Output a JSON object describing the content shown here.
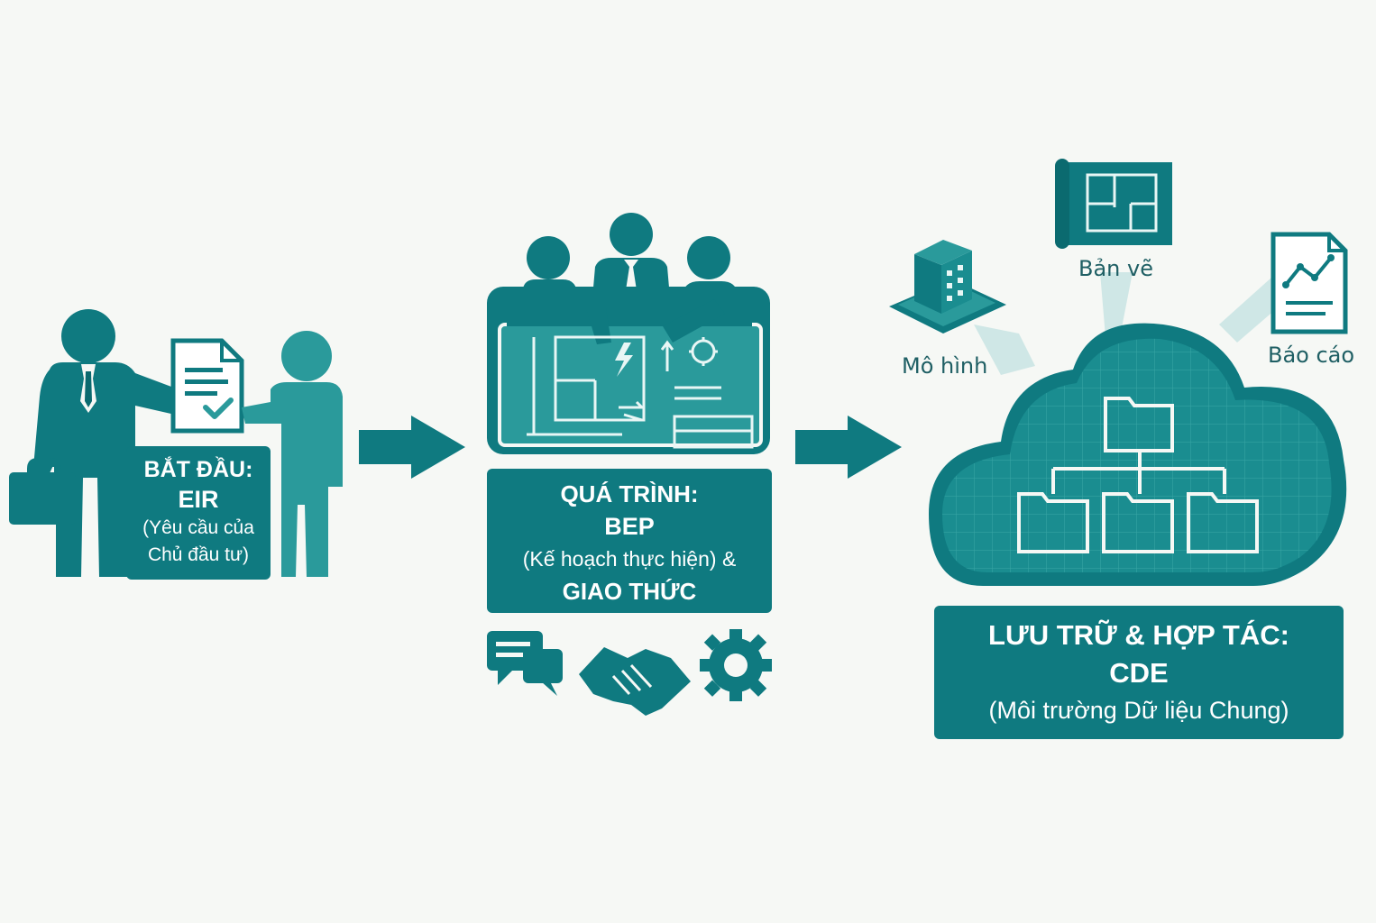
{
  "colors": {
    "primary": "#0f7a80",
    "dark": "#0b6a6f",
    "light": "#2a9a9b",
    "background": "#f6f8f5"
  },
  "stage1": {
    "title": "BẮT ĐẦU:",
    "acronym": "EIR",
    "desc_line1": "(Yêu cầu của",
    "desc_line2": "Chủ đầu tư)",
    "icons": [
      "investor-person-icon",
      "document-check-icon",
      "person-icon",
      "briefcase-icon"
    ]
  },
  "stage2": {
    "title": "QUÁ TRÌNH:",
    "acronym": "BEP",
    "desc": "(Kế hoạch thực hiện) &",
    "title2": "GIAO THỨC",
    "icons": [
      "team-icon",
      "blueprint-board-icon",
      "chat-icon",
      "handshake-icon",
      "gear-icon"
    ]
  },
  "stage3": {
    "title": "LƯU TRỮ & HỢP TÁC:",
    "acronym": "CDE",
    "desc": "(Môi trường Dữ liệu Chung)",
    "inputs": {
      "model": "Mô hình",
      "drawing": "Bản vẽ",
      "report": "Báo cáo"
    },
    "icons": [
      "cloud-icon",
      "folder-tree-icon",
      "building-icon",
      "floor-plan-icon",
      "report-chart-icon"
    ]
  },
  "arrows": [
    "arrow-right-icon",
    "arrow-right-icon"
  ]
}
